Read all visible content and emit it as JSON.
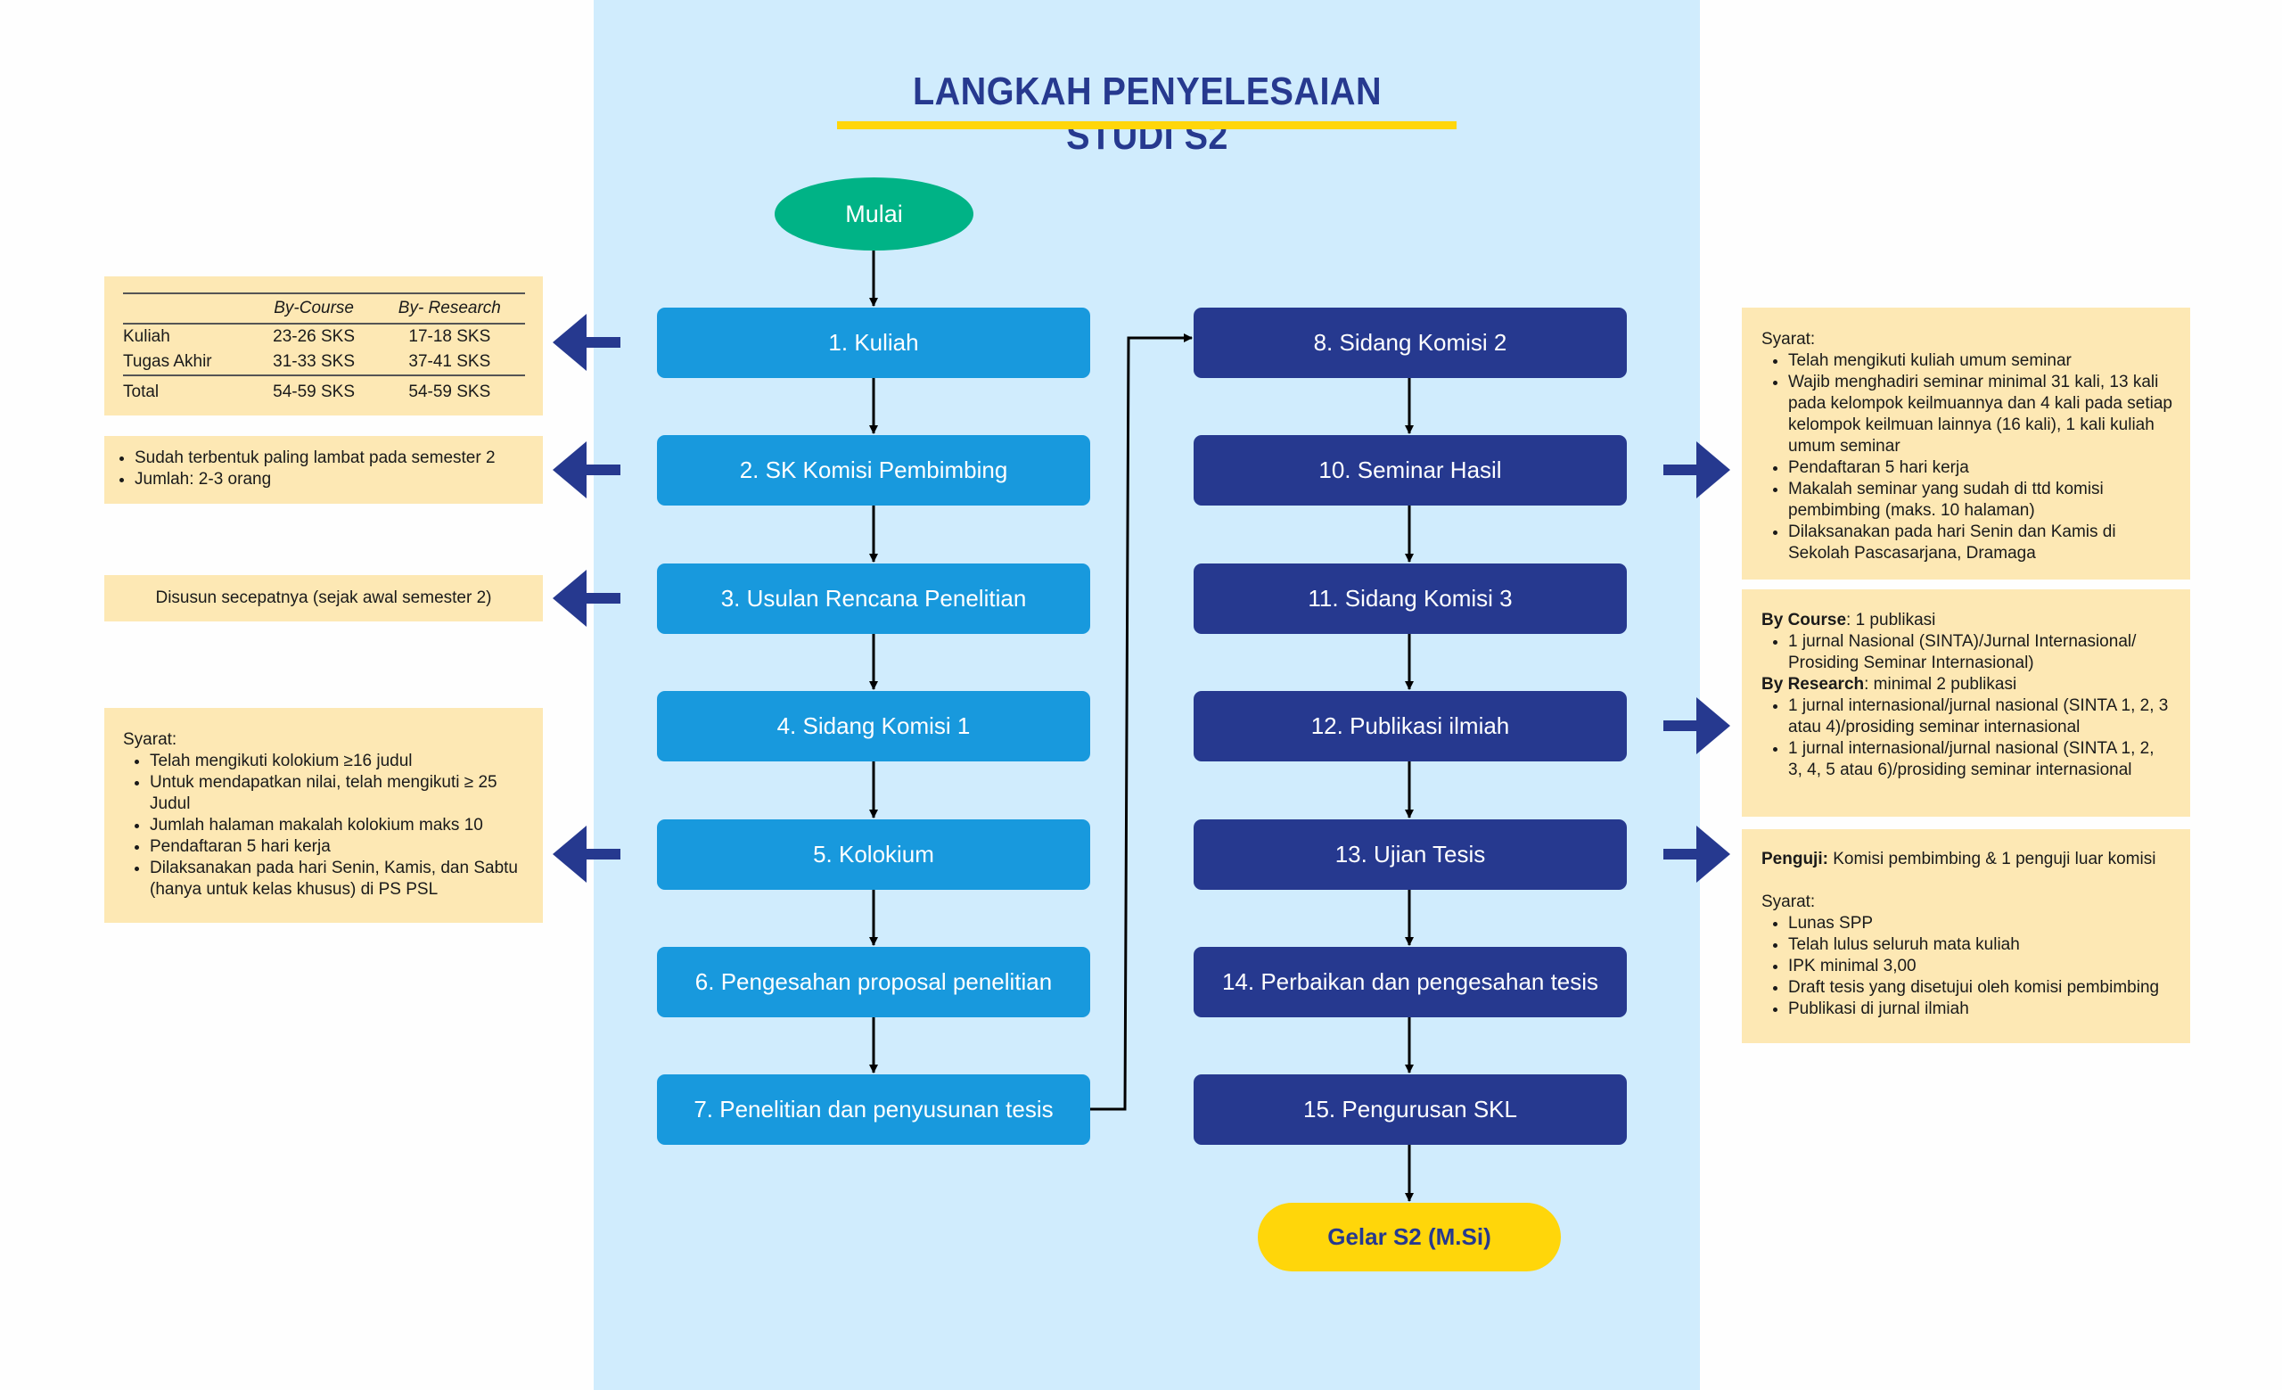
{
  "title": "LANGKAH PENYELESAIAN STUDI S2",
  "start": "Mulai",
  "steps_left": [
    "1. Kuliah",
    "2. SK Komisi Pembimbing",
    "3. Usulan Rencana Penelitian",
    "4. Sidang Komisi 1",
    "5. Kolokium",
    "6. Pengesahan proposal penelitian",
    "7. Penelitian dan penyusunan tesis"
  ],
  "steps_right": [
    "8. Sidang Komisi 2",
    "10. Seminar Hasil",
    "11. Sidang Komisi 3",
    "12. Publikasi ilmiah",
    "13. Ujian Tesis",
    "14. Perbaikan dan pengesahan tesis",
    "15. Pengurusan SKL"
  ],
  "end": "Gelar S2 (M.Si)",
  "colors": {
    "step_left": "#1899dd",
    "step_right": "#26398f",
    "start": "#00b386",
    "end": "#ffd60a",
    "note": "#fde8b4",
    "panel": "#d0ecfd",
    "arrow": "#26398f"
  },
  "notes_left": {
    "sks_table": {
      "headers": [
        "",
        "By-Course",
        "By- Research"
      ],
      "rows": [
        [
          "Kuliah",
          "23-26 SKS",
          "17-18 SKS"
        ],
        [
          "Tugas Akhir",
          "31-33 SKS",
          "37-41 SKS"
        ]
      ],
      "total": [
        "Total",
        "54-59 SKS",
        "54-59 SKS"
      ]
    },
    "komisi": [
      "Sudah terbentuk paling lambat pada semester 2",
      "Jumlah: 2-3 orang"
    ],
    "usulan": "Disusun secepatnya (sejak awal semester 2)",
    "kolokium": {
      "heading": "Syarat:",
      "items": [
        "Telah mengikuti kolokium ≥16 judul",
        "Untuk mendapatkan nilai, telah mengikuti ≥ 25 Judul",
        "Jumlah halaman makalah kolokium maks 10",
        "Pendaftaran 5 hari kerja",
        "Dilaksanakan pada hari Senin, Kamis, dan Sabtu (hanya untuk kelas khusus) di PS PSL"
      ]
    }
  },
  "notes_right": {
    "seminar": {
      "heading": "Syarat:",
      "items": [
        "Telah mengikuti kuliah umum seminar",
        "Wajib menghadiri seminar minimal 31 kali, 13 kali pada kelompok keilmuannya dan 4 kali pada setiap kelompok keilmuan lainnya (16 kali), 1 kali kuliah umum seminar",
        "Pendaftaran 5 hari kerja",
        "Makalah seminar yang sudah di ttd komisi pembimbing (maks. 10 halaman)",
        "Dilaksanakan pada hari Senin dan Kamis di Sekolah Pascasarjana, Dramaga"
      ]
    },
    "publikasi": {
      "course_label": "By Course",
      "course_text": ": 1 publikasi",
      "course_items": [
        "1 jurnal Nasional (SINTA)/Jurnal Internasional/ Prosiding Seminar Internasional)"
      ],
      "research_label": "By Research",
      "research_text": ": minimal 2 publikasi",
      "research_items": [
        "1 jurnal internasional/jurnal nasional (SINTA 1, 2, 3 atau 4)/prosiding seminar internasional",
        "1 jurnal internasional/jurnal nasional (SINTA 1, 2, 3, 4, 5 atau 6)/prosiding seminar internasional"
      ]
    },
    "ujian": {
      "penguji_label": "Penguji:",
      "penguji_text": " Komisi pembimbing & 1 penguji luar komisi",
      "heading": "Syarat:",
      "items": [
        "Lunas SPP",
        "Telah lulus seluruh mata kuliah",
        "IPK minimal 3,00",
        "Draft tesis yang disetujui oleh komisi pembimbing",
        "Publikasi di jurnal ilmiah"
      ]
    }
  }
}
